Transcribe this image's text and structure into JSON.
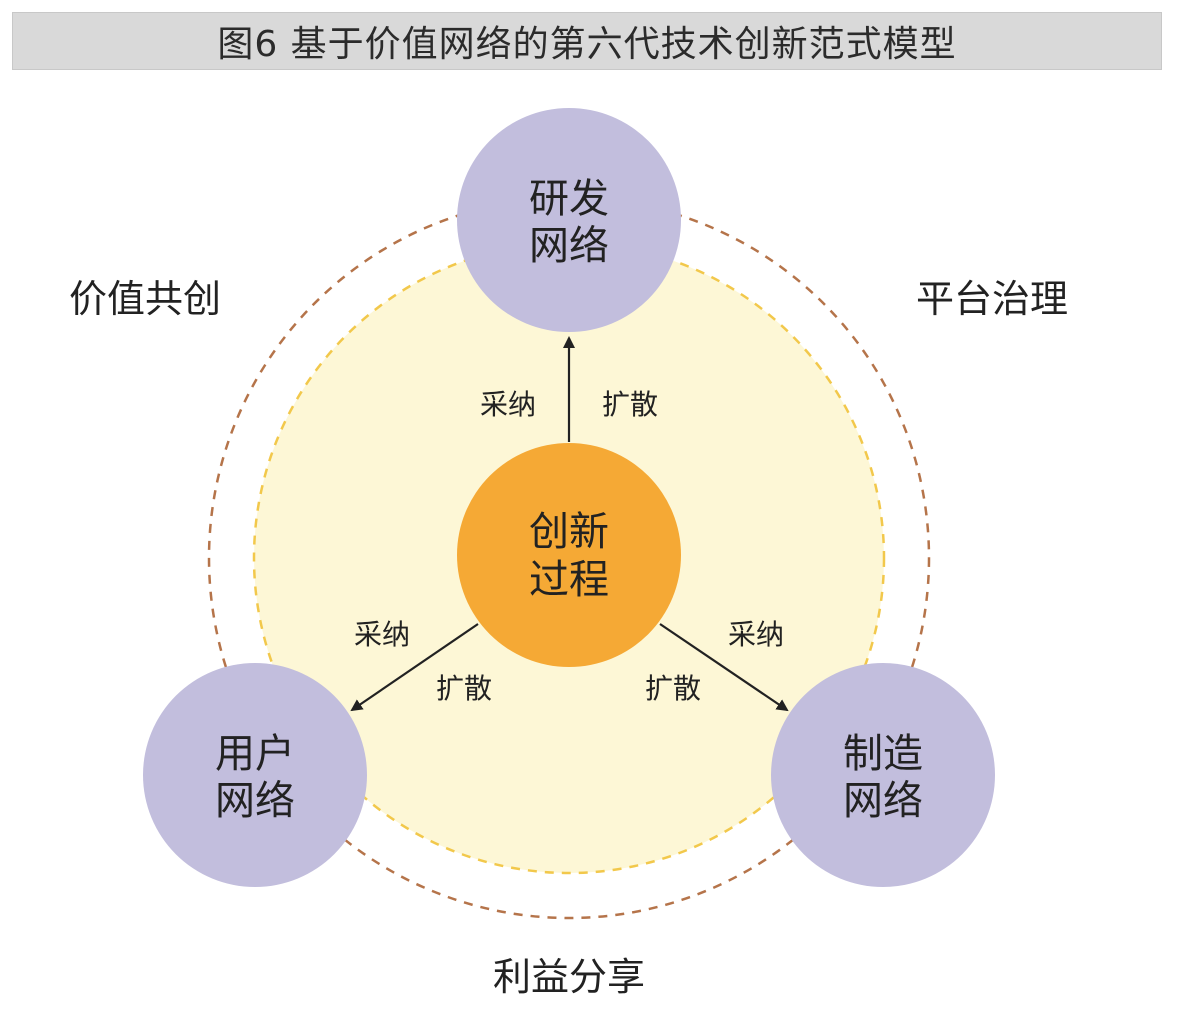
{
  "title": "图6 基于价值网络的第六代技术创新范式模型",
  "center_node": {
    "line1": "创新",
    "line2": "过程"
  },
  "nodes": {
    "rd": {
      "line1": "研发",
      "line2": "网络"
    },
    "user": {
      "line1": "用户",
      "line2": "网络"
    },
    "manufacturing": {
      "line1": "制造",
      "line2": "网络"
    }
  },
  "edge_labels": {
    "rd_adopt": "采纳",
    "rd_diffuse": "扩散",
    "user_adopt": "采纳",
    "user_diffuse": "扩散",
    "mfg_adopt": "采纳",
    "mfg_diffuse": "扩散"
  },
  "outer_labels": {
    "value_cocreation": "价值共创",
    "platform_governance": "平台治理",
    "benefit_sharing": "利益分享"
  },
  "colors": {
    "satellite_fill": "#c2bedd",
    "center_fill": "#f5a935",
    "inner_area_fill": "#fdf7d6",
    "inner_dash": "#f2c84b",
    "outer_dash": "#b5744a",
    "arrow": "#222222"
  }
}
